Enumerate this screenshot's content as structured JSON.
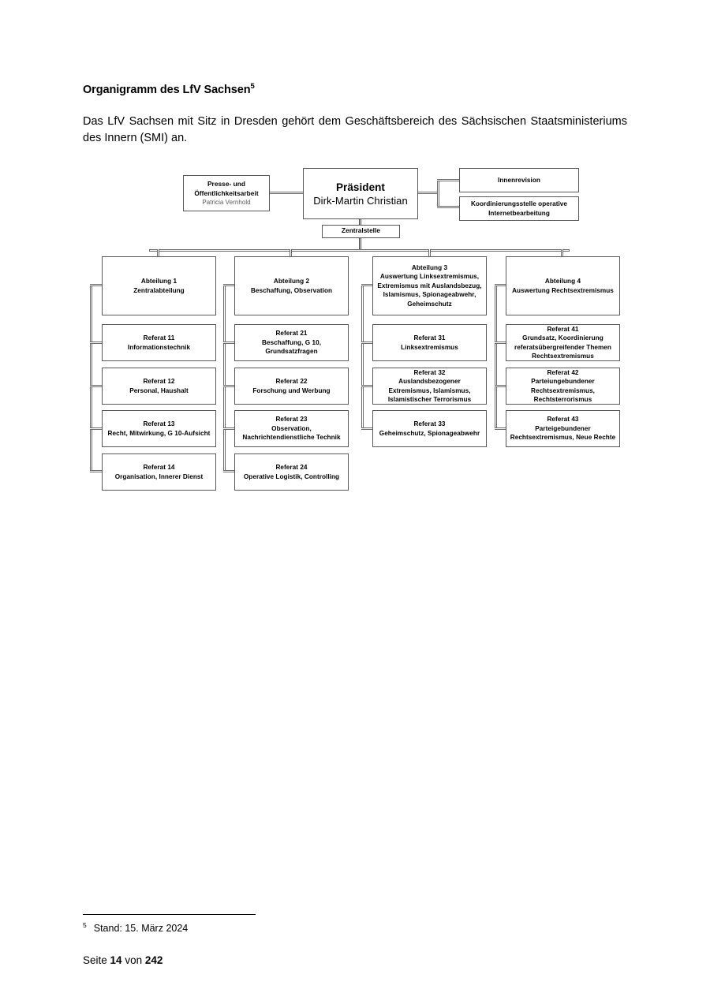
{
  "document": {
    "heading": "Organigramm des LfV Sachsen",
    "heading_footnote_mark": "5",
    "paragraph": "Das LfV Sachsen mit Sitz in Dresden gehört dem Geschäftsbereich des Sächsischen Staatsministeriums des Innern (SMI) an."
  },
  "org_chart": {
    "president": {
      "title": "Präsident",
      "name": "Dirk-Martin Christian"
    },
    "press_office": {
      "line1": "Presse- und",
      "line2": "Öffentlichkeitsarbeit",
      "person": "Patricia Vernhold"
    },
    "zentralstelle": {
      "label": "Zentralstelle"
    },
    "staff_units": [
      {
        "label": "Innenrevision"
      },
      {
        "label": "Koordinierungsstelle operative Internetbearbeitung"
      }
    ],
    "departments": [
      {
        "id": "abteilung-1",
        "title": "Abteilung 1",
        "subtitle": "Zentralabteilung",
        "units": [
          {
            "id": "referat-11",
            "title": "Referat 11",
            "subtitle": "Informationstechnik"
          },
          {
            "id": "referat-12",
            "title": "Referat 12",
            "subtitle": "Personal, Haushalt"
          },
          {
            "id": "referat-13",
            "title": "Referat 13",
            "subtitle": "Recht, Mitwirkung, G 10-Aufsicht"
          },
          {
            "id": "referat-14",
            "title": "Referat 14",
            "subtitle": "Organisation, Innerer Dienst"
          }
        ]
      },
      {
        "id": "abteilung-2",
        "title": "Abteilung 2",
        "subtitle": "Beschaffung, Observation",
        "units": [
          {
            "id": "referat-21",
            "title": "Referat 21",
            "subtitle": "Beschaffung, G 10, Grundsatzfragen"
          },
          {
            "id": "referat-22",
            "title": "Referat 22",
            "subtitle": "Forschung und Werbung"
          },
          {
            "id": "referat-23",
            "title": "Referat 23",
            "subtitle": "Observation, Nachrichtendienstliche Technik"
          },
          {
            "id": "referat-24",
            "title": "Referat 24",
            "subtitle": "Operative Logistik, Controlling"
          }
        ]
      },
      {
        "id": "abteilung-3",
        "title": "Abteilung 3",
        "subtitle": "Auswertung Linksextremismus, Extremismus mit Auslandsbezug, Islamismus, Spionageabwehr, Geheimschutz",
        "units": [
          {
            "id": "referat-31",
            "title": "Referat 31",
            "subtitle": "Linksextremismus"
          },
          {
            "id": "referat-32",
            "title": "Referat 32",
            "subtitle": "Auslandsbezogener Extremismus, Islamismus, Islamistischer Terrorismus"
          },
          {
            "id": "referat-33",
            "title": "Referat 33",
            "subtitle": "Geheimschutz, Spionageabwehr"
          }
        ]
      },
      {
        "id": "abteilung-4",
        "title": "Abteilung 4",
        "subtitle": "Auswertung Rechtsextremismus",
        "units": [
          {
            "id": "referat-41",
            "title": "Referat 41",
            "subtitle": "Grundsatz, Koordinierung referatsübergreifender Themen Rechtsextremismus"
          },
          {
            "id": "referat-42",
            "title": "Referat 42",
            "subtitle": "Parteiungebundener Rechtsextremismus, Rechtsterrorismus"
          },
          {
            "id": "referat-43",
            "title": "Referat 43",
            "subtitle": "Parteigebundener Rechtsextremismus, Neue Rechte"
          }
        ]
      }
    ]
  },
  "footer": {
    "footnote_mark": "5",
    "footnote_text": "Stand: 15. März 2024",
    "page_prefix": "Seite",
    "page_number": "14",
    "page_middle": "von",
    "page_total": "242"
  }
}
